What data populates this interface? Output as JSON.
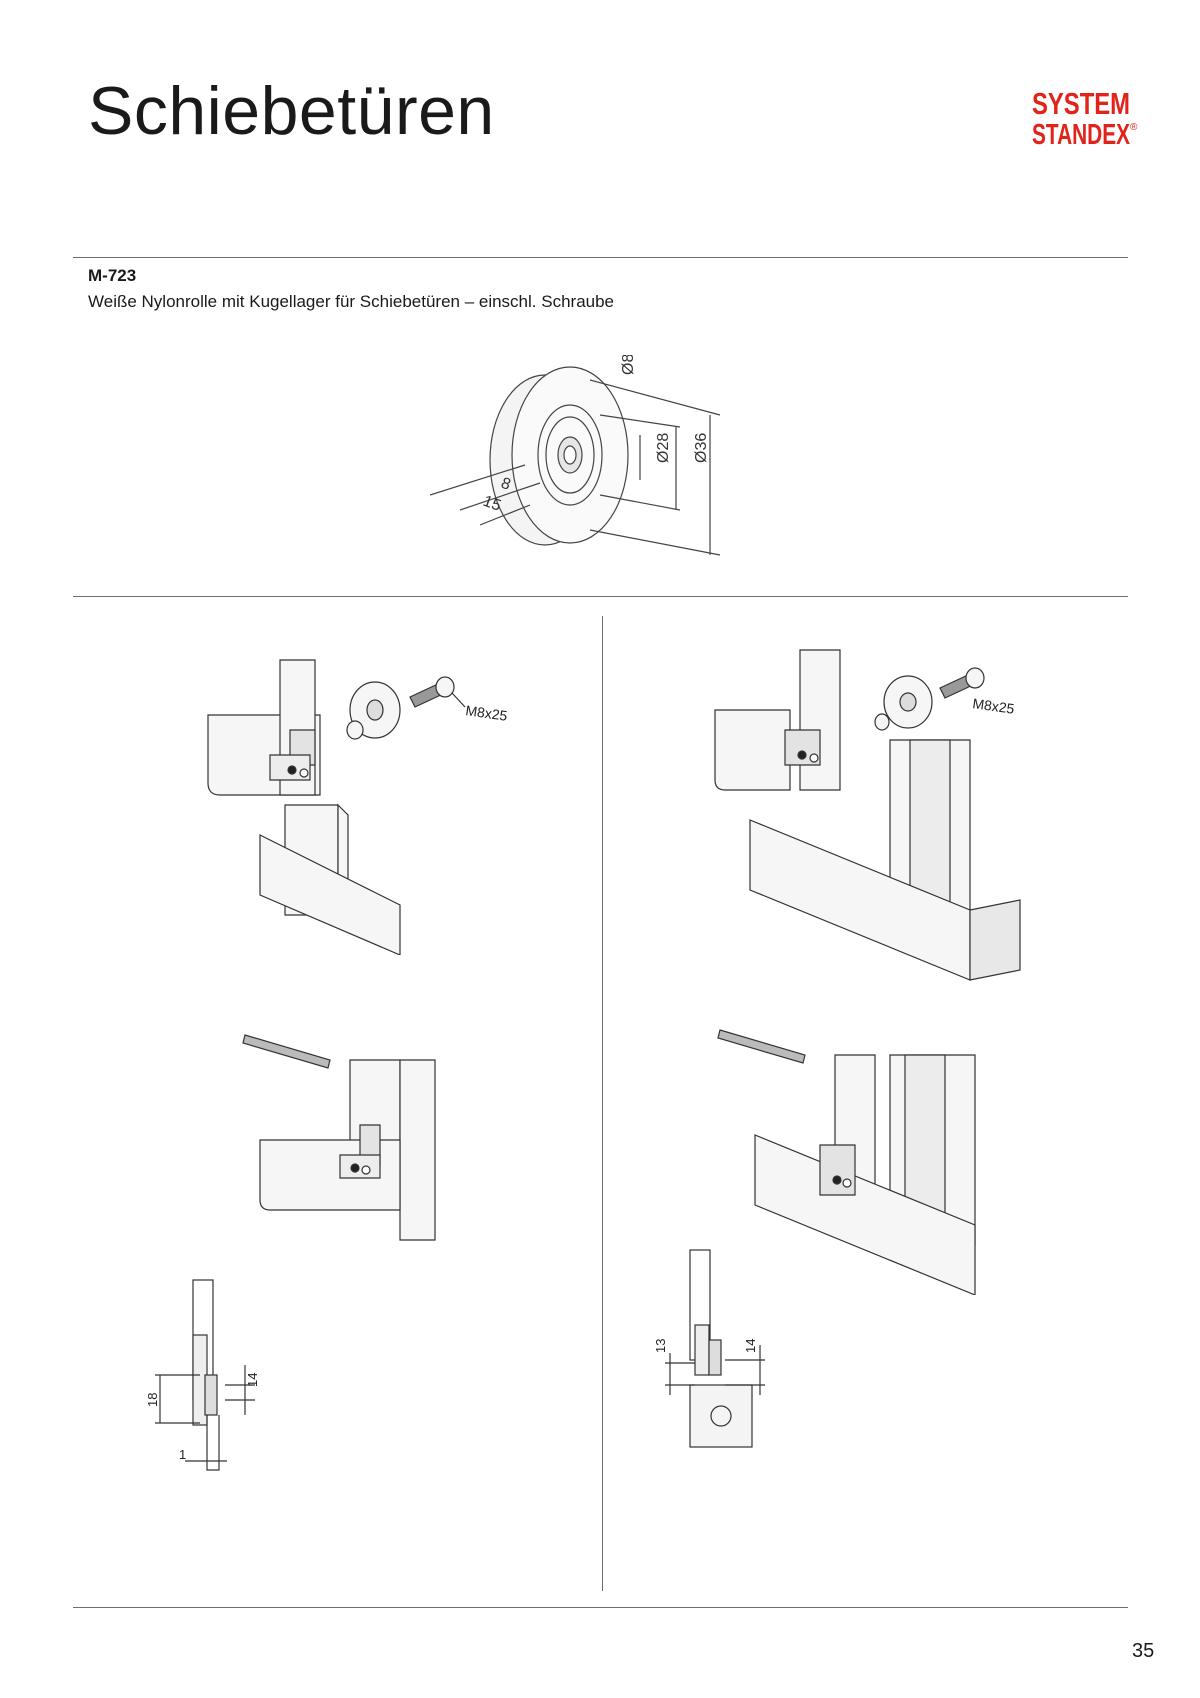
{
  "page": {
    "title": "Schiebetüren",
    "page_number": "35"
  },
  "logo": {
    "line1": "SYSTEM",
    "line2": "STANDEX",
    "mark": "®",
    "color": "#e2231a"
  },
  "product": {
    "code": "M-723",
    "description": "Weiße Nylonrolle mit Kugellager für Schiebetüren – einschl. Schraube"
  },
  "wheel_drawing": {
    "dims": [
      "Ø8",
      "Ø28",
      "Ø36",
      "8",
      "15"
    ]
  },
  "assembly_left": {
    "screw_label": "M8x25",
    "dims": [
      "14",
      "18",
      "1"
    ]
  },
  "assembly_right": {
    "screw_label": "M8x25",
    "dims": [
      "13",
      "14"
    ]
  }
}
